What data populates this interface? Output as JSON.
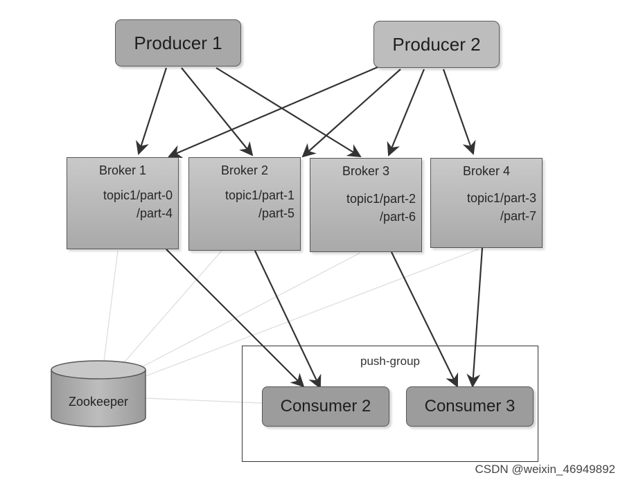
{
  "producers": [
    {
      "label": "Producer 1"
    },
    {
      "label": "Producer 2"
    }
  ],
  "brokers": [
    {
      "name": "Broker 1",
      "partition_line1": "topic1/part-0",
      "partition_line2": "/part-4"
    },
    {
      "name": "Broker 2",
      "partition_line1": "topic1/part-1",
      "partition_line2": "/part-5"
    },
    {
      "name": "Broker 3",
      "partition_line1": "topic1/part-2",
      "partition_line2": "/part-6"
    },
    {
      "name": "Broker 4",
      "partition_line1": "topic1/part-3",
      "partition_line2": "/part-7"
    }
  ],
  "zookeeper": {
    "label": "Zookeeper"
  },
  "consumer_group": {
    "label": "push-group",
    "consumers": [
      {
        "label": "Consumer 2"
      },
      {
        "label": "Consumer 3"
      }
    ]
  },
  "watermark": "CSDN @weixin_46949892",
  "colors": {
    "producer_1_fill": "#a8a8a8",
    "producer_2_fill": "#bdbdbd",
    "broker_fill": "#b4b4b4",
    "consumer_fill": "#9c9c9c",
    "zookeeper_fill": "#acacac",
    "arrow": "#333333"
  }
}
